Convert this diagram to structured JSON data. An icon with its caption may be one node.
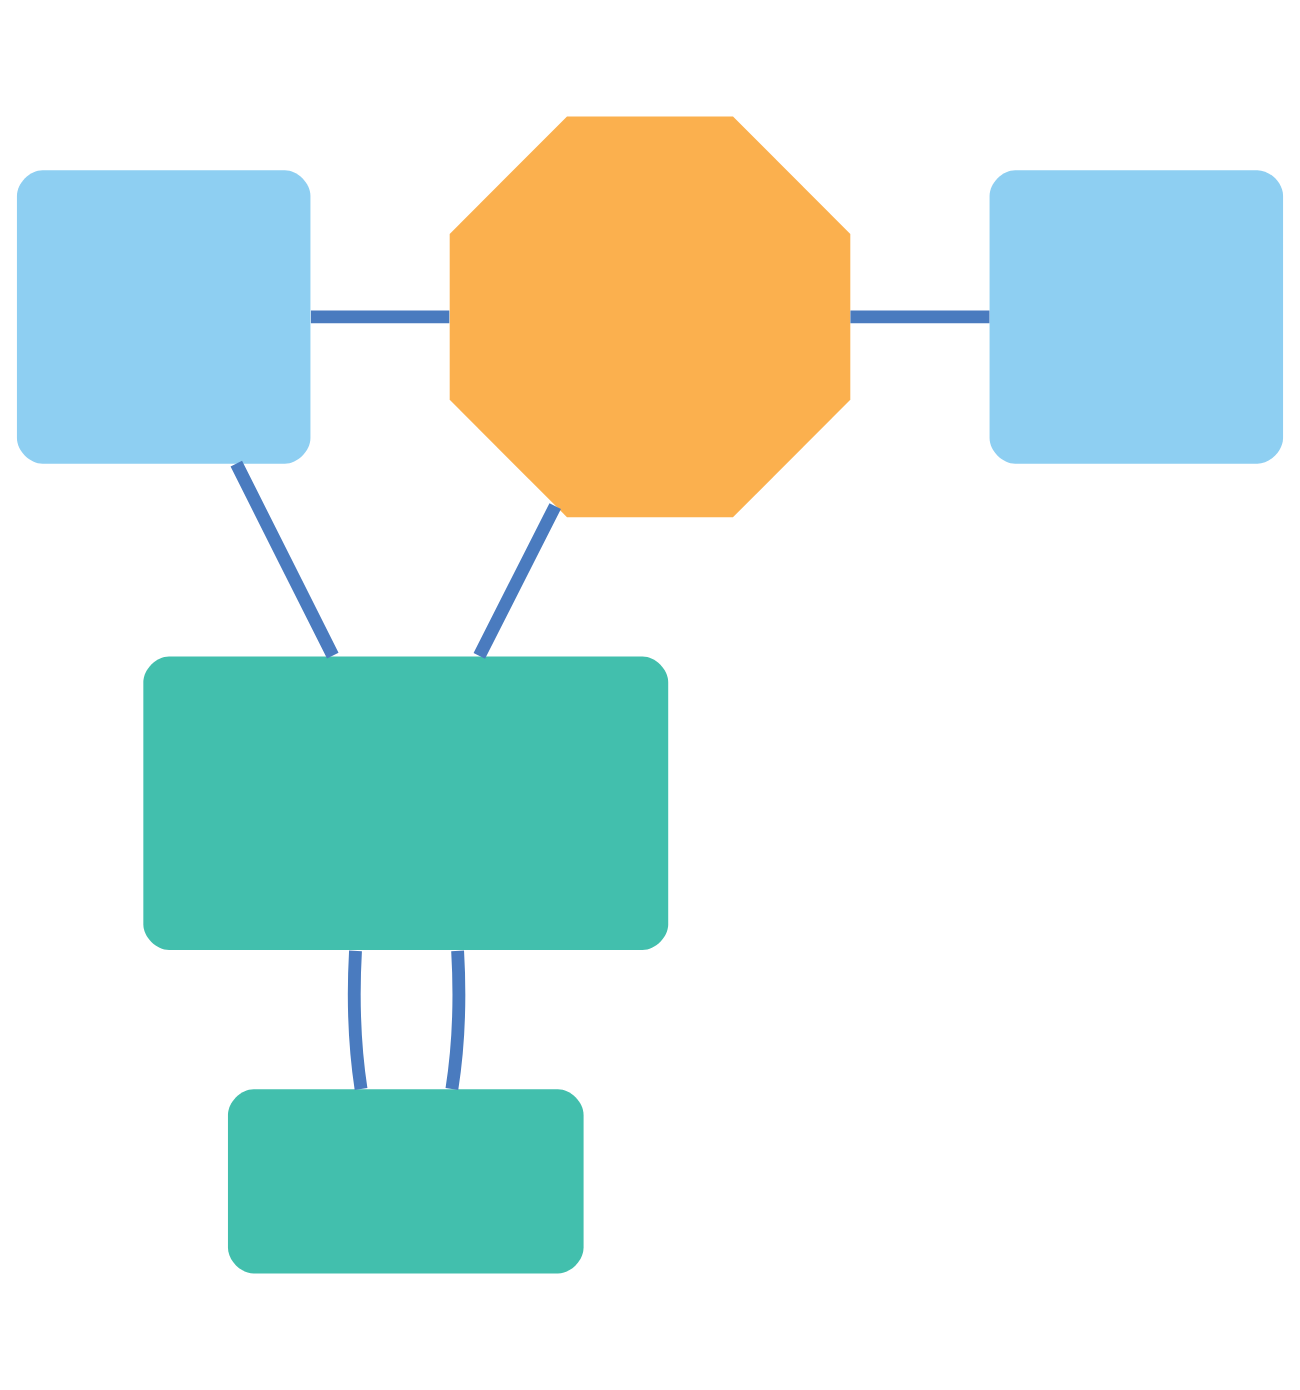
{
  "diagram": {
    "nodes": [
      {
        "text": [],
        "shape": "box"
      },
      {
        "text": [],
        "shape": "gear"
      },
      {
        "text": [],
        "shape": "box"
      },
      {
        "text": [],
        "shape": "box"
      },
      {
        "text": [],
        "shape": "box"
      }
    ],
    "edges": [
      {
        "from": 0,
        "to": 1,
        "arrow": "none"
      },
      {
        "from": 1,
        "to": 2,
        "arrow": "none"
      },
      {
        "from": 1,
        "to": 3,
        "arrow": "none"
      },
      {
        "from": 0,
        "to": 3,
        "arrow": "none"
      },
      {
        "from": 3,
        "to": 4,
        "arrow": "none"
      },
      {
        "from": 3,
        "to": 4,
        "arrow": "none"
      }
    ]
  }
}
